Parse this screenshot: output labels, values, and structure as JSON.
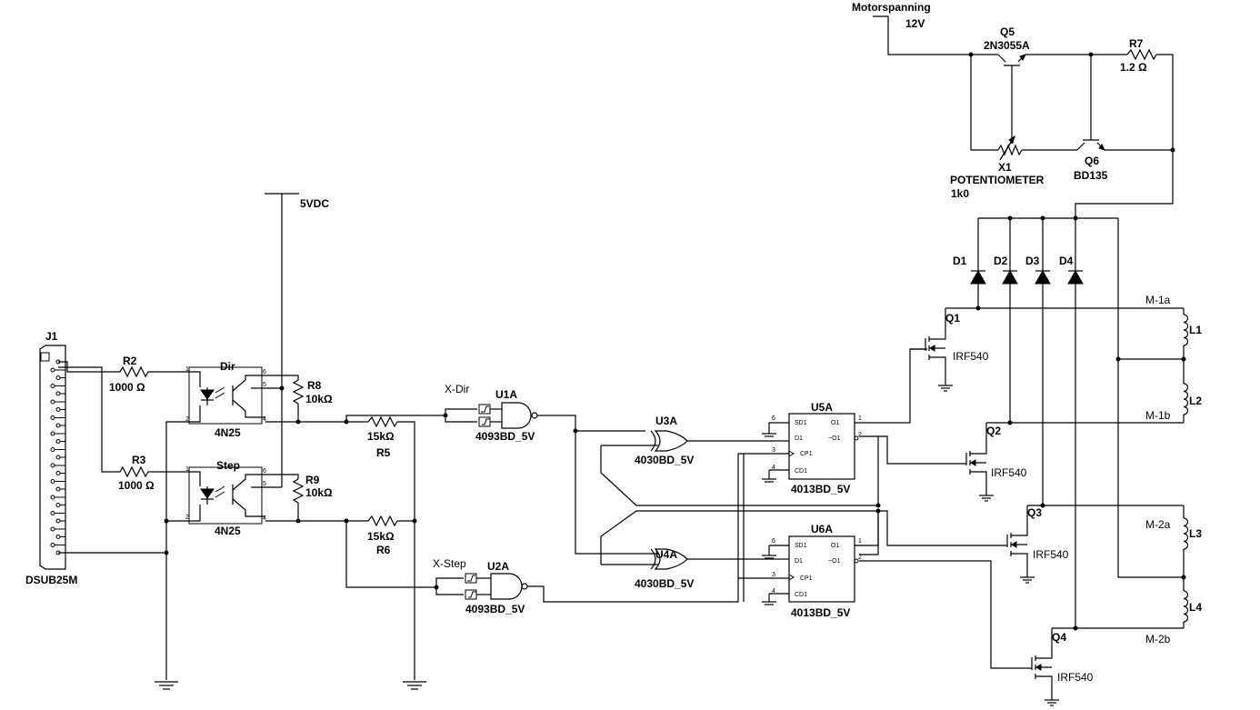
{
  "components": {
    "J1": {
      "ref": "J1",
      "value": "DSUB25M"
    },
    "R2": {
      "ref": "R2",
      "value": "1000 Ω"
    },
    "R3": {
      "ref": "R3",
      "value": "1000 Ω"
    },
    "R5": {
      "ref": "R5",
      "value": "15kΩ"
    },
    "R6": {
      "ref": "R6",
      "value": "15kΩ"
    },
    "R7": {
      "ref": "R7",
      "value": "1.2 Ω"
    },
    "R8": {
      "ref": "R8",
      "value": "10kΩ"
    },
    "R9": {
      "ref": "R9",
      "value": "10kΩ"
    },
    "OPT1": {
      "ref": "Dir",
      "value": "4N25"
    },
    "OPT2": {
      "ref": "Step",
      "value": "4N25"
    },
    "U1A": {
      "ref": "U1A",
      "value": "4093BD_5V"
    },
    "U2A": {
      "ref": "U2A",
      "value": "4093BD_5V"
    },
    "U3A": {
      "ref": "U3A",
      "value": "4030BD_5V"
    },
    "U4A": {
      "ref": "U4A",
      "value": "4030BD_5V"
    },
    "U5A": {
      "ref": "U5A",
      "value": "4013BD_5V"
    },
    "U6A": {
      "ref": "U6A",
      "value": "4013BD_5V"
    },
    "Q1": {
      "ref": "Q1",
      "value": "IRF540"
    },
    "Q2": {
      "ref": "Q2",
      "value": "IRF540"
    },
    "Q3": {
      "ref": "Q3",
      "value": "IRF540"
    },
    "Q4": {
      "ref": "Q4",
      "value": "IRF540"
    },
    "Q5": {
      "ref": "Q5",
      "value": "2N3055A"
    },
    "Q6": {
      "ref": "Q6",
      "value": "BD135"
    },
    "X1": {
      "ref": "X1",
      "value": "POTENTIOMETER",
      "value2": "1k0"
    },
    "D1": {
      "ref": "D1"
    },
    "D2": {
      "ref": "D2"
    },
    "D3": {
      "ref": "D3"
    },
    "D4": {
      "ref": "D4"
    },
    "L1": {
      "ref": "L1"
    },
    "L2": {
      "ref": "L2"
    },
    "L3": {
      "ref": "L3"
    },
    "L4": {
      "ref": "L4"
    }
  },
  "supplies": {
    "vdc": "5VDC",
    "motor_label": "Motorspanning",
    "motor_value": "12V"
  },
  "nets": {
    "xdir": "X-Dir",
    "xstep": "X-Step",
    "m1a": "M-1a",
    "m1b": "M-1b",
    "m2a": "M-2a",
    "m2b": "M-2b"
  },
  "pins": {
    "p1": "1",
    "p2": "2",
    "p3": "3",
    "p4": "4",
    "p5": "5",
    "p6": "6"
  },
  "ff_pins": {
    "sd": "SD1",
    "d": "D1",
    "cp": "CP1",
    "cd": "CD1",
    "q": "O1",
    "qn": "~O1"
  }
}
